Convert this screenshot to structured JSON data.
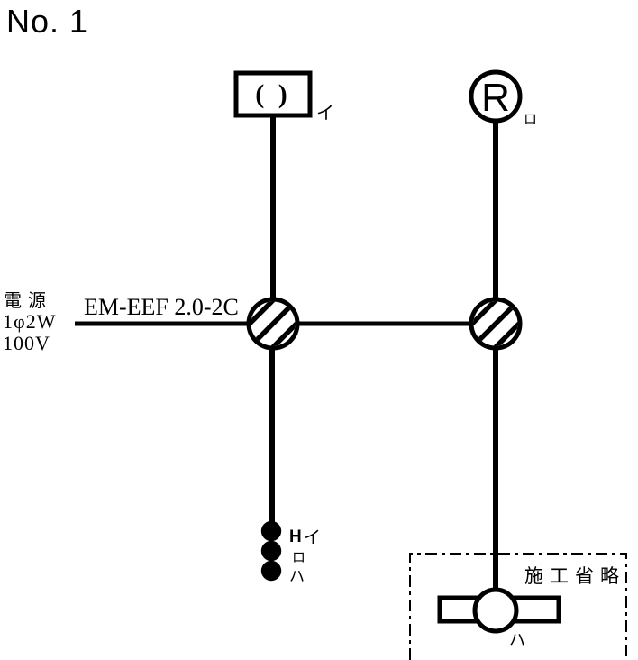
{
  "title": "No. 1",
  "colors": {
    "ink": "#000000",
    "background": "#ffffff"
  },
  "power_source": {
    "line1": "電 源",
    "line2": "1φ2W",
    "line3": "100V"
  },
  "cable": {
    "label": "EM-EEF 2.0-2C"
  },
  "devices": {
    "ceiling_light": {
      "symbol": "( )",
      "label": "イ"
    },
    "lamp_receptacle": {
      "symbol": "R",
      "label": "ロ"
    },
    "switches": [
      {
        "suffix": "H",
        "label": "イ"
      },
      {
        "suffix": "",
        "label": "ロ"
      },
      {
        "suffix": "",
        "label": "ハ"
      }
    ],
    "fluorescent_light": {
      "label": "ハ"
    },
    "omission_box": {
      "label": "施工省略"
    }
  }
}
